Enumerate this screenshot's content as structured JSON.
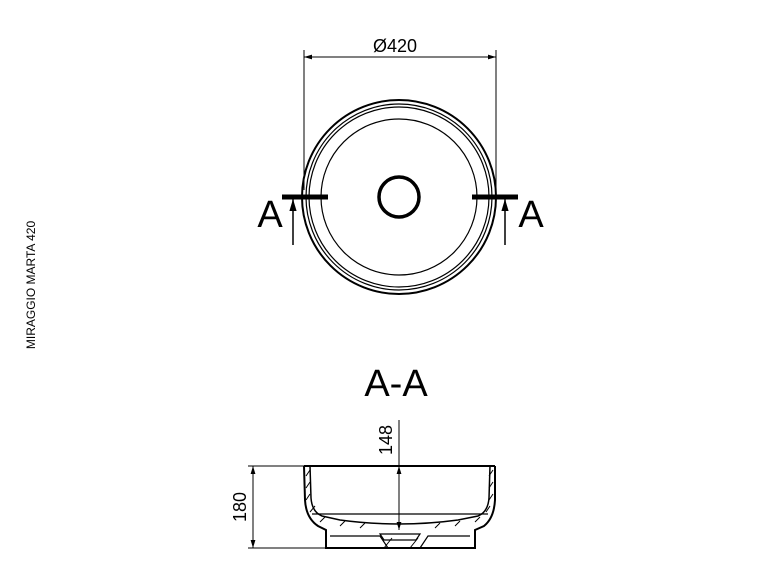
{
  "side_label": "MIRAGGIO MARTA 420",
  "plan_view": {
    "diameter_label": "Ø420",
    "section_mark_left": "A",
    "section_mark_right": "A"
  },
  "section_view": {
    "title": "A-A",
    "height_total_label": "180",
    "depth_label": "148"
  }
}
